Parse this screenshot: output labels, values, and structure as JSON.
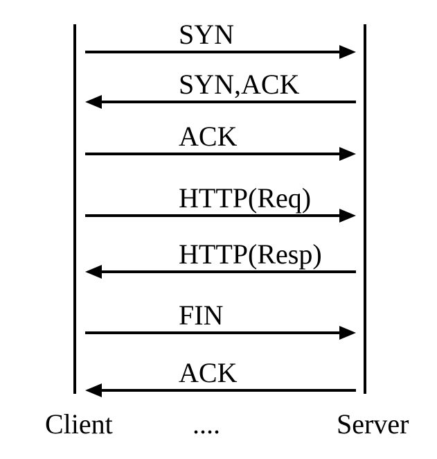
{
  "participants": {
    "left": "Client",
    "right": "Server",
    "middle": "...."
  },
  "messages": [
    {
      "label": "SYN",
      "direction": "to-server"
    },
    {
      "label": "SYN,ACK",
      "direction": "to-client"
    },
    {
      "label": "ACK",
      "direction": "to-server"
    },
    {
      "label": "HTTP(Req)",
      "direction": "to-server"
    },
    {
      "label": "HTTP(Resp)",
      "direction": "to-client"
    },
    {
      "label": "FIN",
      "direction": "to-server"
    },
    {
      "label": "ACK",
      "direction": "to-client"
    }
  ],
  "colors": {
    "line": "#000000",
    "background": "#ffffff"
  }
}
